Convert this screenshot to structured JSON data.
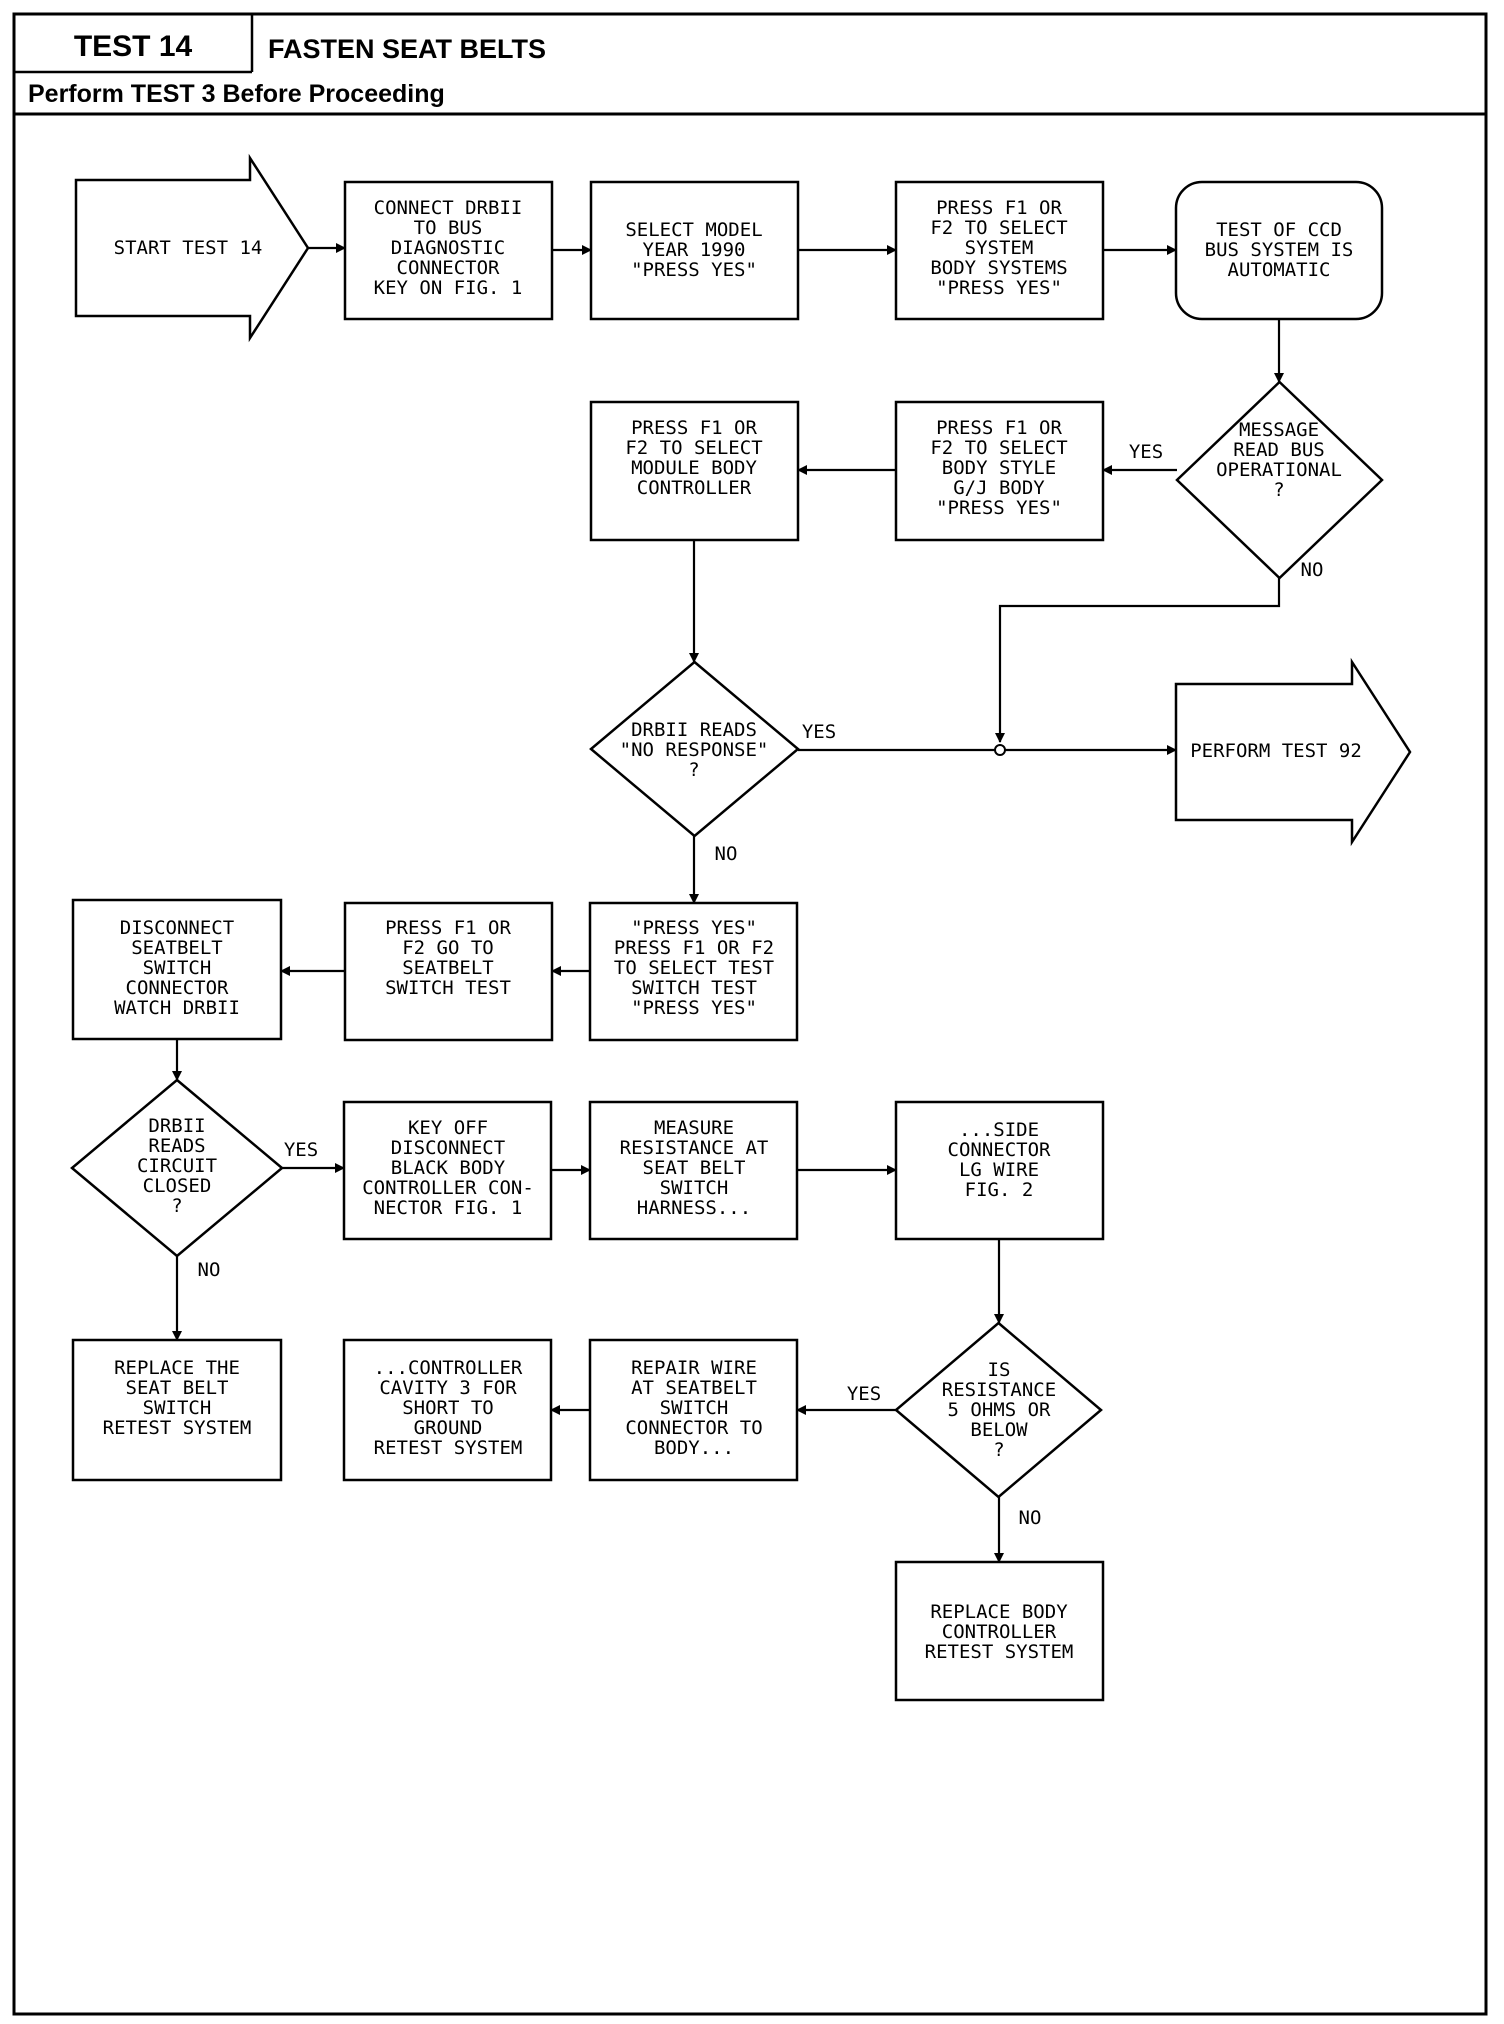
{
  "header": {
    "test_number": "TEST 14",
    "title": "FASTEN SEAT BELTS",
    "prerequisite": "Perform TEST 3 Before Proceeding"
  },
  "nodes": [
    {
      "id": "start",
      "shape": "arrow",
      "lines": [
        "START TEST 14"
      ]
    },
    {
      "id": "connect",
      "shape": "rect",
      "lines": [
        "CONNECT DRBII",
        "TO BUS",
        "DIAGNOSTIC",
        "CONNECTOR",
        "KEY ON FIG. 1"
      ]
    },
    {
      "id": "select_year",
      "shape": "rect",
      "lines": [
        "SELECT MODEL",
        "YEAR 1990",
        "\"PRESS YES\""
      ]
    },
    {
      "id": "select_system",
      "shape": "rect",
      "lines": [
        "PRESS F1 OR",
        "F2 TO SELECT",
        "SYSTEM",
        "BODY SYSTEMS",
        "\"PRESS YES\""
      ]
    },
    {
      "id": "ccd_auto",
      "shape": "rounded",
      "lines": [
        "TEST OF CCD",
        "BUS SYSTEM IS",
        "AUTOMATIC"
      ]
    },
    {
      "id": "msg_bus",
      "shape": "diamond",
      "lines": [
        "MESSAGE",
        "READ BUS",
        "OPERATIONAL",
        "?"
      ]
    },
    {
      "id": "select_body_style",
      "shape": "rect",
      "lines": [
        "PRESS F1 OR",
        "F2 TO SELECT",
        "BODY STYLE",
        "G/J BODY",
        "\"PRESS YES\""
      ]
    },
    {
      "id": "select_module",
      "shape": "rect",
      "lines": [
        "PRESS F1 OR",
        "F2 TO SELECT",
        "MODULE BODY",
        "CONTROLLER"
      ]
    },
    {
      "id": "no_response",
      "shape": "diamond",
      "lines": [
        "DRBII READS",
        "\"NO RESPONSE\"",
        "?"
      ]
    },
    {
      "id": "test92",
      "shape": "arrow",
      "lines": [
        "PERFORM TEST 92"
      ]
    },
    {
      "id": "select_test",
      "shape": "rect",
      "lines": [
        "\"PRESS YES\"",
        "PRESS F1 OR F2",
        "TO SELECT TEST",
        "SWITCH TEST",
        "\"PRESS YES\""
      ]
    },
    {
      "id": "goto_seatbelt",
      "shape": "rect",
      "lines": [
        "PRESS F1 OR",
        "F2 GO TO",
        "SEATBELT",
        "SWITCH TEST"
      ]
    },
    {
      "id": "disconnect_seatbelt",
      "shape": "rect",
      "lines": [
        "DISCONNECT",
        "SEATBELT",
        "SWITCH",
        "CONNECTOR",
        "WATCH DRBII"
      ]
    },
    {
      "id": "circuit_closed",
      "shape": "diamond",
      "lines": [
        "DRBII",
        "READS",
        "CIRCUIT",
        "CLOSED",
        "?"
      ]
    },
    {
      "id": "key_off",
      "shape": "rect",
      "lines": [
        "KEY OFF",
        "DISCONNECT",
        "BLACK BODY",
        "CONTROLLER CON-",
        "NECTOR FIG. 1"
      ]
    },
    {
      "id": "measure",
      "shape": "rect",
      "lines": [
        "MEASURE",
        "RESISTANCE AT",
        "SEAT BELT",
        "SWITCH",
        "HARNESS..."
      ]
    },
    {
      "id": "side_connector",
      "shape": "rect",
      "lines": [
        "...SIDE",
        "CONNECTOR",
        "LG WIRE",
        "FIG. 2"
      ]
    },
    {
      "id": "replace_seatbelt",
      "shape": "rect",
      "lines": [
        "REPLACE THE",
        "SEAT BELT",
        "SWITCH",
        "RETEST SYSTEM"
      ]
    },
    {
      "id": "controller_cavity",
      "shape": "rect",
      "lines": [
        "...CONTROLLER",
        "CAVITY 3 FOR",
        "SHORT TO",
        "GROUND",
        "RETEST SYSTEM"
      ]
    },
    {
      "id": "repair_wire",
      "shape": "rect",
      "lines": [
        "REPAIR WIRE",
        "AT SEATBELT",
        "SWITCH",
        "CONNECTOR TO",
        "BODY..."
      ]
    },
    {
      "id": "resistance",
      "shape": "diamond",
      "lines": [
        "IS",
        "RESISTANCE",
        "5 OHMS OR",
        "BELOW",
        "?"
      ]
    },
    {
      "id": "replace_body",
      "shape": "rect",
      "lines": [
        "REPLACE BODY",
        "CONTROLLER",
        "RETEST SYSTEM"
      ]
    }
  ],
  "edges": [
    {
      "from": "start",
      "to": "connect",
      "label": ""
    },
    {
      "from": "connect",
      "to": "select_year",
      "label": ""
    },
    {
      "from": "select_year",
      "to": "select_system",
      "label": ""
    },
    {
      "from": "select_system",
      "to": "ccd_auto",
      "label": ""
    },
    {
      "from": "ccd_auto",
      "to": "msg_bus",
      "label": ""
    },
    {
      "from": "msg_bus",
      "to": "select_body_style",
      "label": "YES"
    },
    {
      "from": "msg_bus",
      "to": "test92",
      "label": "NO"
    },
    {
      "from": "select_body_style",
      "to": "select_module",
      "label": ""
    },
    {
      "from": "select_module",
      "to": "no_response",
      "label": ""
    },
    {
      "from": "no_response",
      "to": "test92",
      "label": "YES"
    },
    {
      "from": "no_response",
      "to": "select_test",
      "label": "NO"
    },
    {
      "from": "select_test",
      "to": "goto_seatbelt",
      "label": ""
    },
    {
      "from": "goto_seatbelt",
      "to": "disconnect_seatbelt",
      "label": ""
    },
    {
      "from": "disconnect_seatbelt",
      "to": "circuit_closed",
      "label": ""
    },
    {
      "from": "circuit_closed",
      "to": "key_off",
      "label": "YES"
    },
    {
      "from": "circuit_closed",
      "to": "replace_seatbelt",
      "label": "NO"
    },
    {
      "from": "key_off",
      "to": "measure",
      "label": ""
    },
    {
      "from": "measure",
      "to": "side_connector",
      "label": ""
    },
    {
      "from": "side_connector",
      "to": "resistance",
      "label": ""
    },
    {
      "from": "resistance",
      "to": "repair_wire",
      "label": "YES"
    },
    {
      "from": "resistance",
      "to": "replace_body",
      "label": "NO"
    },
    {
      "from": "repair_wire",
      "to": "controller_cavity",
      "label": ""
    }
  ]
}
